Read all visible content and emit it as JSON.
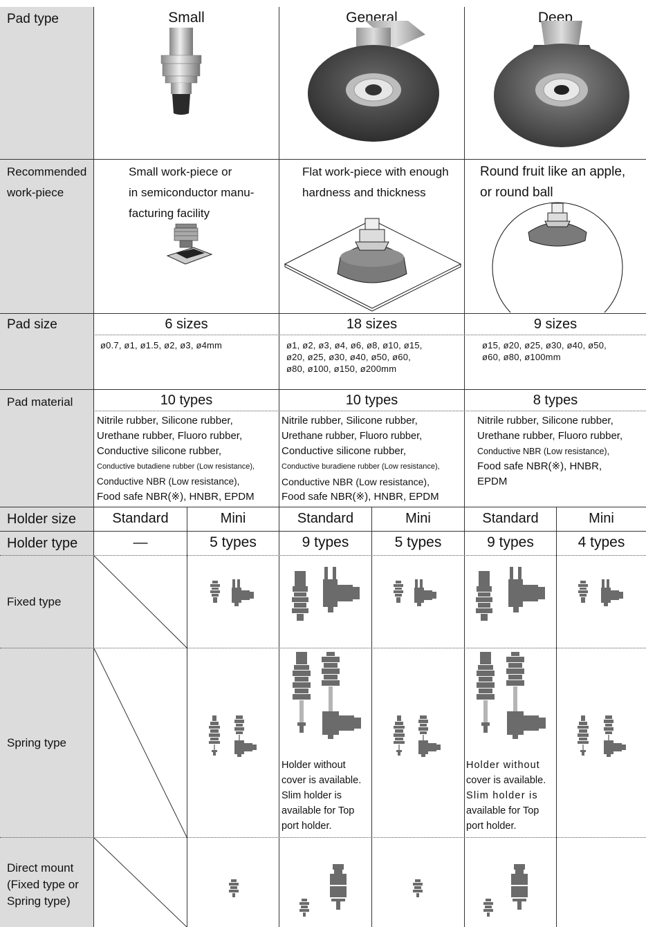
{
  "labels": {
    "pad_type": "Pad type",
    "recommended_1": "Recommended",
    "recommended_2": "work-piece",
    "pad_size": "Pad size",
    "pad_material": "Pad material",
    "holder_size": "Holder size",
    "holder_type": "Holder type",
    "fixed_type": "Fixed type",
    "spring_type": "Spring type",
    "direct_1": "Direct mount",
    "direct_2": "(Fixed type or",
    "direct_3": "Spring type)"
  },
  "columns": [
    {
      "name": "Small",
      "rec": [
        "Small work-piece or",
        "in semiconductor manu-",
        "facturing facility"
      ],
      "size_count": "6 sizes",
      "sizes": [
        "ø0.7, ø1, ø1.5, ø2, ø3, ø4mm"
      ],
      "material_count": "10 types",
      "materials": [
        "Nitrile rubber, Silicone rubber,",
        "Urethane rubber,  Fluoro rubber,",
        "Conductive silicone rubber,",
        "Conductive butadiene rubber (Low resistance),",
        "Conductive NBR (Low resistance),",
        "Food safe NBR(※), HNBR, EPDM"
      ]
    },
    {
      "name": "General",
      "rec": [
        "Flat work-piece with enough",
        "hardness and thickness"
      ],
      "size_count": "18 sizes",
      "sizes": [
        "ø1, ø2, ø3, ø4, ø6, ø8, ø10, ø15,",
        "ø20, ø25, ø30, ø40, ø50, ø60,",
        "ø80, ø100, ø150, ø200mm"
      ],
      "material_count": "10 types",
      "materials": [
        "Nitrile rubber, Silicone rubber,",
        "Urethane rubber, Fluoro rubber,",
        "Conductive silicone rubber,",
        "Conductive buradiene rubber (Low resistance),",
        "Conductive NBR (Low resistance),",
        "Food safe NBR(※), HNBR, EPDM"
      ]
    },
    {
      "name": "Deep",
      "rec": [
        "Round fruit like an apple,",
        "or round ball"
      ],
      "size_count": "9 sizes",
      "sizes": [
        "ø15, ø20, ø25, ø30, ø40, ø50,",
        "ø60, ø80, ø100mm"
      ],
      "material_count": "8 types",
      "materials": [
        "Nitrile rubber, Silicone rubber,",
        "Urethane rubber, Fluoro rubber,",
        "Conductive NBR (Low resistance),",
        "Food safe NBR(※), HNBR,",
        "EPDM"
      ]
    }
  ],
  "holders": [
    {
      "size": "Standard",
      "type": "—"
    },
    {
      "size": "Mini",
      "type": "5 types"
    },
    {
      "size": "Standard",
      "type": "9 types"
    },
    {
      "size": "Mini",
      "type": "5 types"
    },
    {
      "size": "Standard",
      "type": "9 types"
    },
    {
      "size": "Mini",
      "type": "4 types"
    }
  ],
  "notes": {
    "general_std": [
      "Holder without",
      "cover is available.",
      "Slim holder is",
      "available for Top",
      "port holder."
    ],
    "deep_std": [
      "Holder without",
      "cover is available.",
      "Slim holder is",
      "available for Top",
      "port holder."
    ]
  },
  "colors": {
    "label_bg": "#dcdcdc",
    "pad_dark": "#555555",
    "icon_gray": "#6b6b6b"
  }
}
